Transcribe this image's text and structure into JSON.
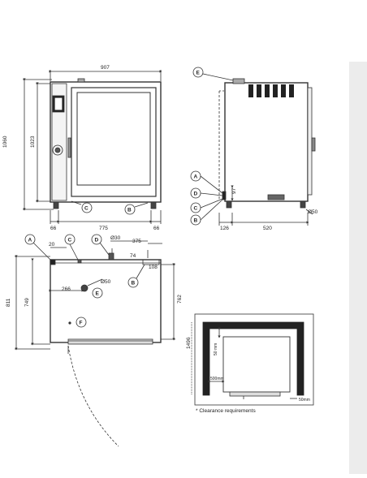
{
  "dimensions": {
    "front_width": "907",
    "front_height_total": "1060",
    "front_height_body": "1023",
    "foot_left": "66",
    "door_width": "775",
    "foot_right": "66",
    "side_top_gap": "126",
    "side_depth": "520",
    "side_drain_h": "97",
    "side_drain_dia": "Ø50",
    "top_20": "20",
    "top_dia30": "Ø30",
    "top_375": "375",
    "top_74": "74",
    "top_108": "108",
    "top_266": "266",
    "top_dia50": "Ø50",
    "top_depth_811": "811",
    "top_depth_749": "749",
    "top_depth_762": "762"
  },
  "callouts": {
    "A": "A",
    "B": "B",
    "C": "C",
    "D": "D",
    "E": "E",
    "F": "F"
  },
  "clearance": {
    "height": "1496",
    "top": "50 mm",
    "left": "500mm",
    "right": "50mm",
    "caption": "* Clearance requirements"
  }
}
